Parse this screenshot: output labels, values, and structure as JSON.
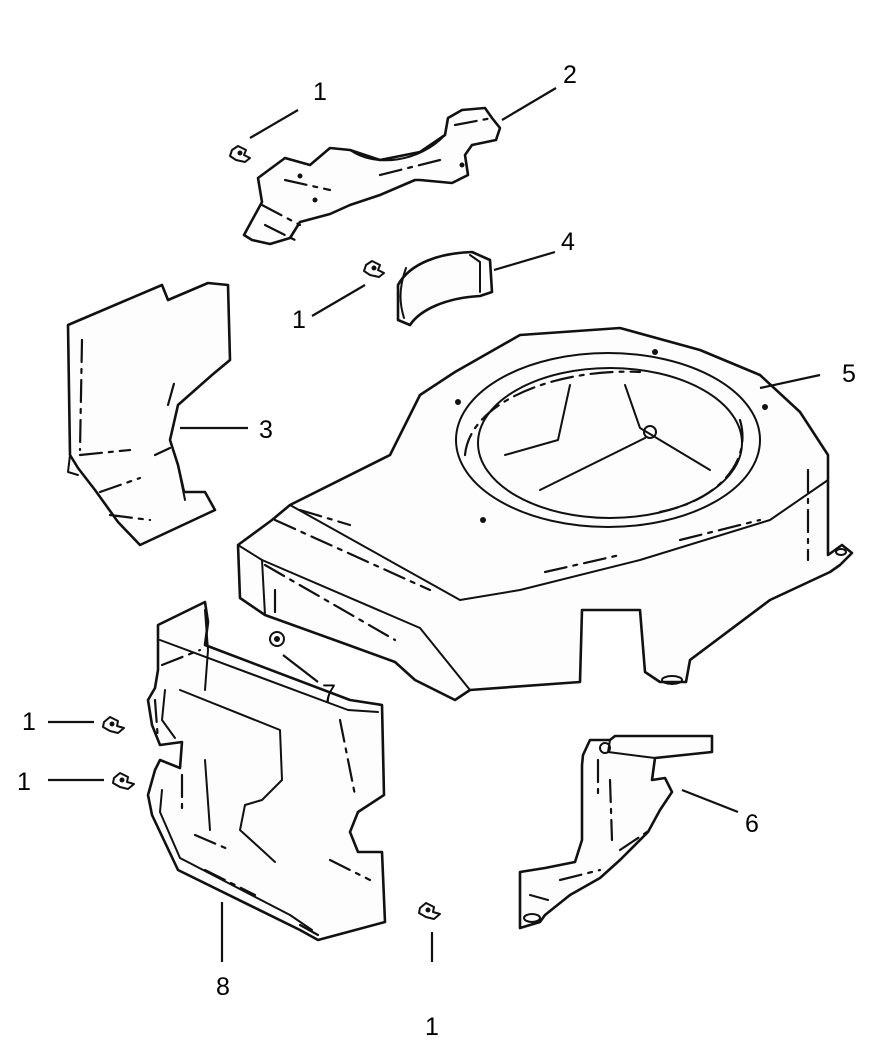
{
  "callouts": [
    {
      "id": "c1a",
      "label": "1"
    },
    {
      "id": "c2",
      "label": "2"
    },
    {
      "id": "c4",
      "label": "4"
    },
    {
      "id": "c1b",
      "label": "1"
    },
    {
      "id": "c5",
      "label": "5"
    },
    {
      "id": "c3",
      "label": "3"
    },
    {
      "id": "c7",
      "label": "7"
    },
    {
      "id": "c1c",
      "label": "1"
    },
    {
      "id": "c1d",
      "label": "1"
    },
    {
      "id": "c6",
      "label": "6"
    },
    {
      "id": "c8",
      "label": "8"
    },
    {
      "id": "c1e",
      "label": "1"
    }
  ]
}
